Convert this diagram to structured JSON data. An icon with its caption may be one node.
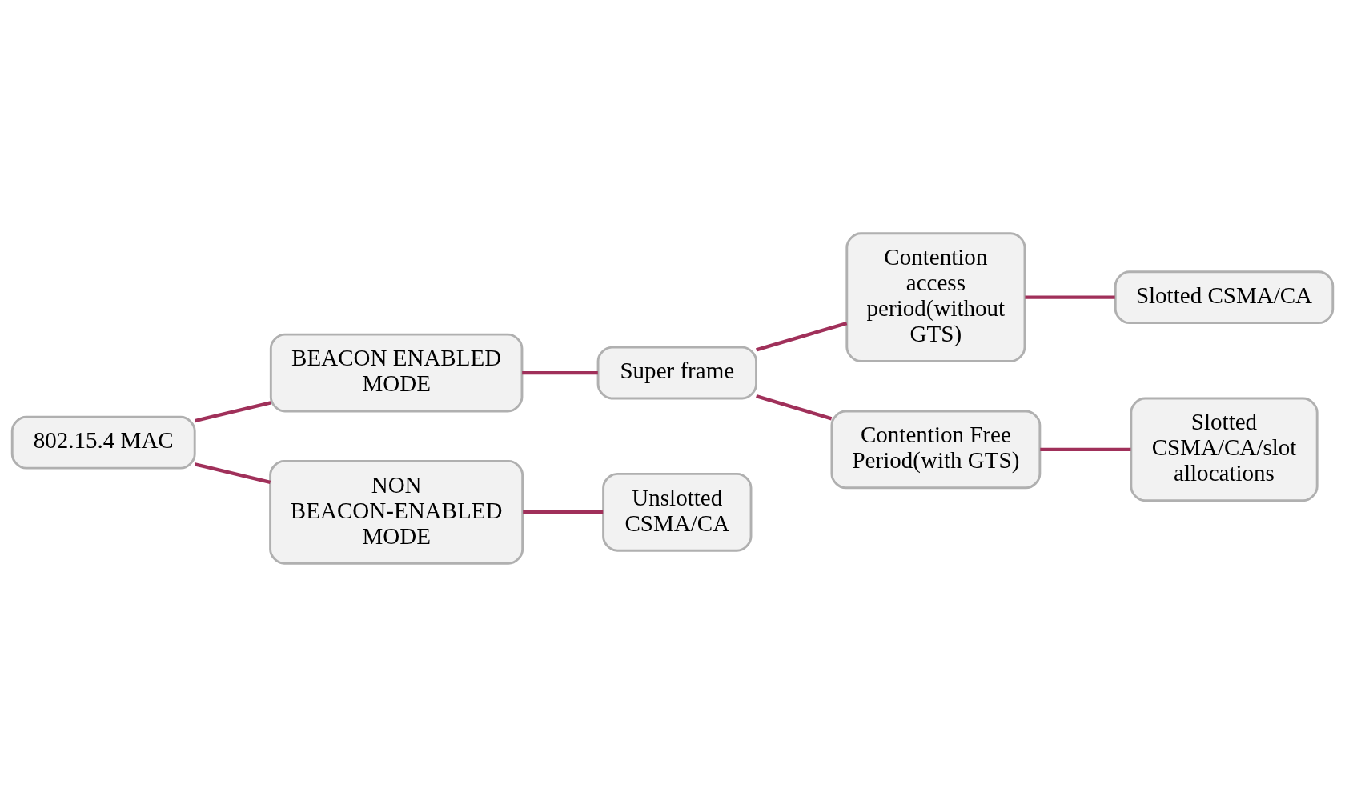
{
  "diagram": {
    "nodes": [
      {
        "text": [
          "802.15.4 MAC"
        ]
      },
      {
        "text": [
          "BEACON ENABLED MODE"
        ]
      },
      {
        "text": [
          "Super frame"
        ]
      },
      {
        "text": [
          "Contention access period(without GTS)"
        ]
      },
      {
        "text": [
          "Slotted CSMA/CA"
        ]
      },
      {
        "text": [
          "Contention Free Period(with GTS)"
        ]
      },
      {
        "text": [
          "Slotted CSMA/CA/slot allocations"
        ]
      },
      {
        "text": [
          "NON BEACON-ENABLED MODE"
        ]
      },
      {
        "text": [
          "Unslotted CSMA/CA"
        ]
      }
    ],
    "edges": [
      {
        "from": 0,
        "to": 1,
        "arrow": "none"
      },
      {
        "from": 1,
        "to": 2,
        "arrow": "none"
      },
      {
        "from": 2,
        "to": 3,
        "arrow": "none"
      },
      {
        "from": 3,
        "to": 4,
        "arrow": "none"
      },
      {
        "from": 2,
        "to": 5,
        "arrow": "none"
      },
      {
        "from": 5,
        "to": 6,
        "arrow": "none"
      },
      {
        "from": 0,
        "to": 7,
        "arrow": "none"
      },
      {
        "from": 7,
        "to": 8,
        "arrow": "none"
      }
    ]
  }
}
